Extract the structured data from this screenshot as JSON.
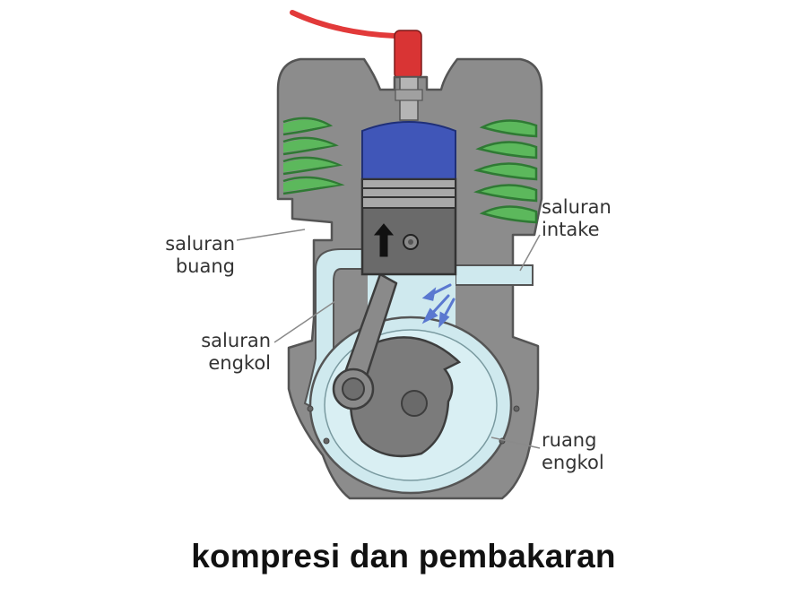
{
  "labels": {
    "exhaust_port": [
      "saluran",
      "buang"
    ],
    "intake_port": [
      "saluran",
      "intake"
    ],
    "crank_channel": [
      "saluran",
      "engkol"
    ],
    "crankcase": [
      "ruang",
      "engkol"
    ]
  },
  "caption": "kompresi dan pembakaran",
  "colors": {
    "engine_body": "#8c8c8c",
    "fins": "#5cb85c",
    "combustion_chamber": "#4056b8",
    "fresh_charge": "#cfe9ee",
    "spark_plug_wire": "#e23a3a",
    "piston": "#6a6a6a",
    "flow_arrows": "#5a78d0"
  },
  "icons": [
    "arrow-up-icon",
    "flow-arrows-icon"
  ]
}
